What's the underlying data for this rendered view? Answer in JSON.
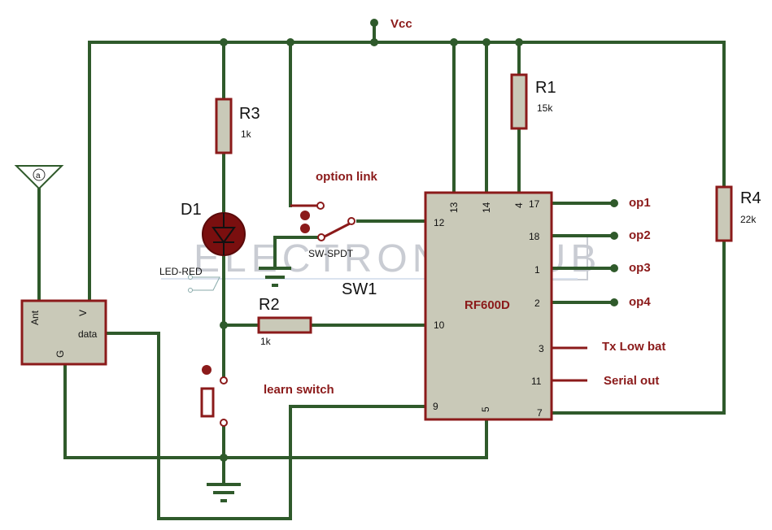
{
  "labels": {
    "vcc": "Vcc",
    "r1": "R1",
    "r1_value": "15k",
    "r2": "R2",
    "r2_value": "1k",
    "r3": "R3",
    "r3_value": "1k",
    "r4": "R4",
    "r4_value": "22k",
    "d1": "D1",
    "d1_type": "LED-RED",
    "sw1": "SW1",
    "sw1_type": "SW-SPDT",
    "option_link": "option link",
    "learn_switch": "learn switch",
    "antenna_symbol": "a"
  },
  "receiver_module": {
    "pin_ant": "Ant",
    "pin_v": "V",
    "pin_data": "data",
    "pin_g": "G"
  },
  "ic": {
    "name": "RF600D",
    "pins": {
      "p13": "13",
      "p14": "14",
      "p4": "4",
      "p17": "17",
      "p18": "18",
      "p1": "1",
      "p2": "2",
      "p3": "3",
      "p11": "11",
      "p7": "7",
      "p12": "12",
      "p10": "10",
      "p9": "9",
      "p5": "5"
    }
  },
  "outputs": {
    "op1": "op1",
    "op2": "op2",
    "op3": "op3",
    "op4": "op4",
    "tx_low_bat": "Tx Low bat",
    "serial_out": "Serial out"
  },
  "watermark": {
    "left": "ELECTRONICS",
    "right": "HUB"
  },
  "colors": {
    "wire": "#2f5a2b",
    "component": "#8b1a1a",
    "component_fill": "#c9c9b8",
    "watermark": "#c9ccd3"
  }
}
